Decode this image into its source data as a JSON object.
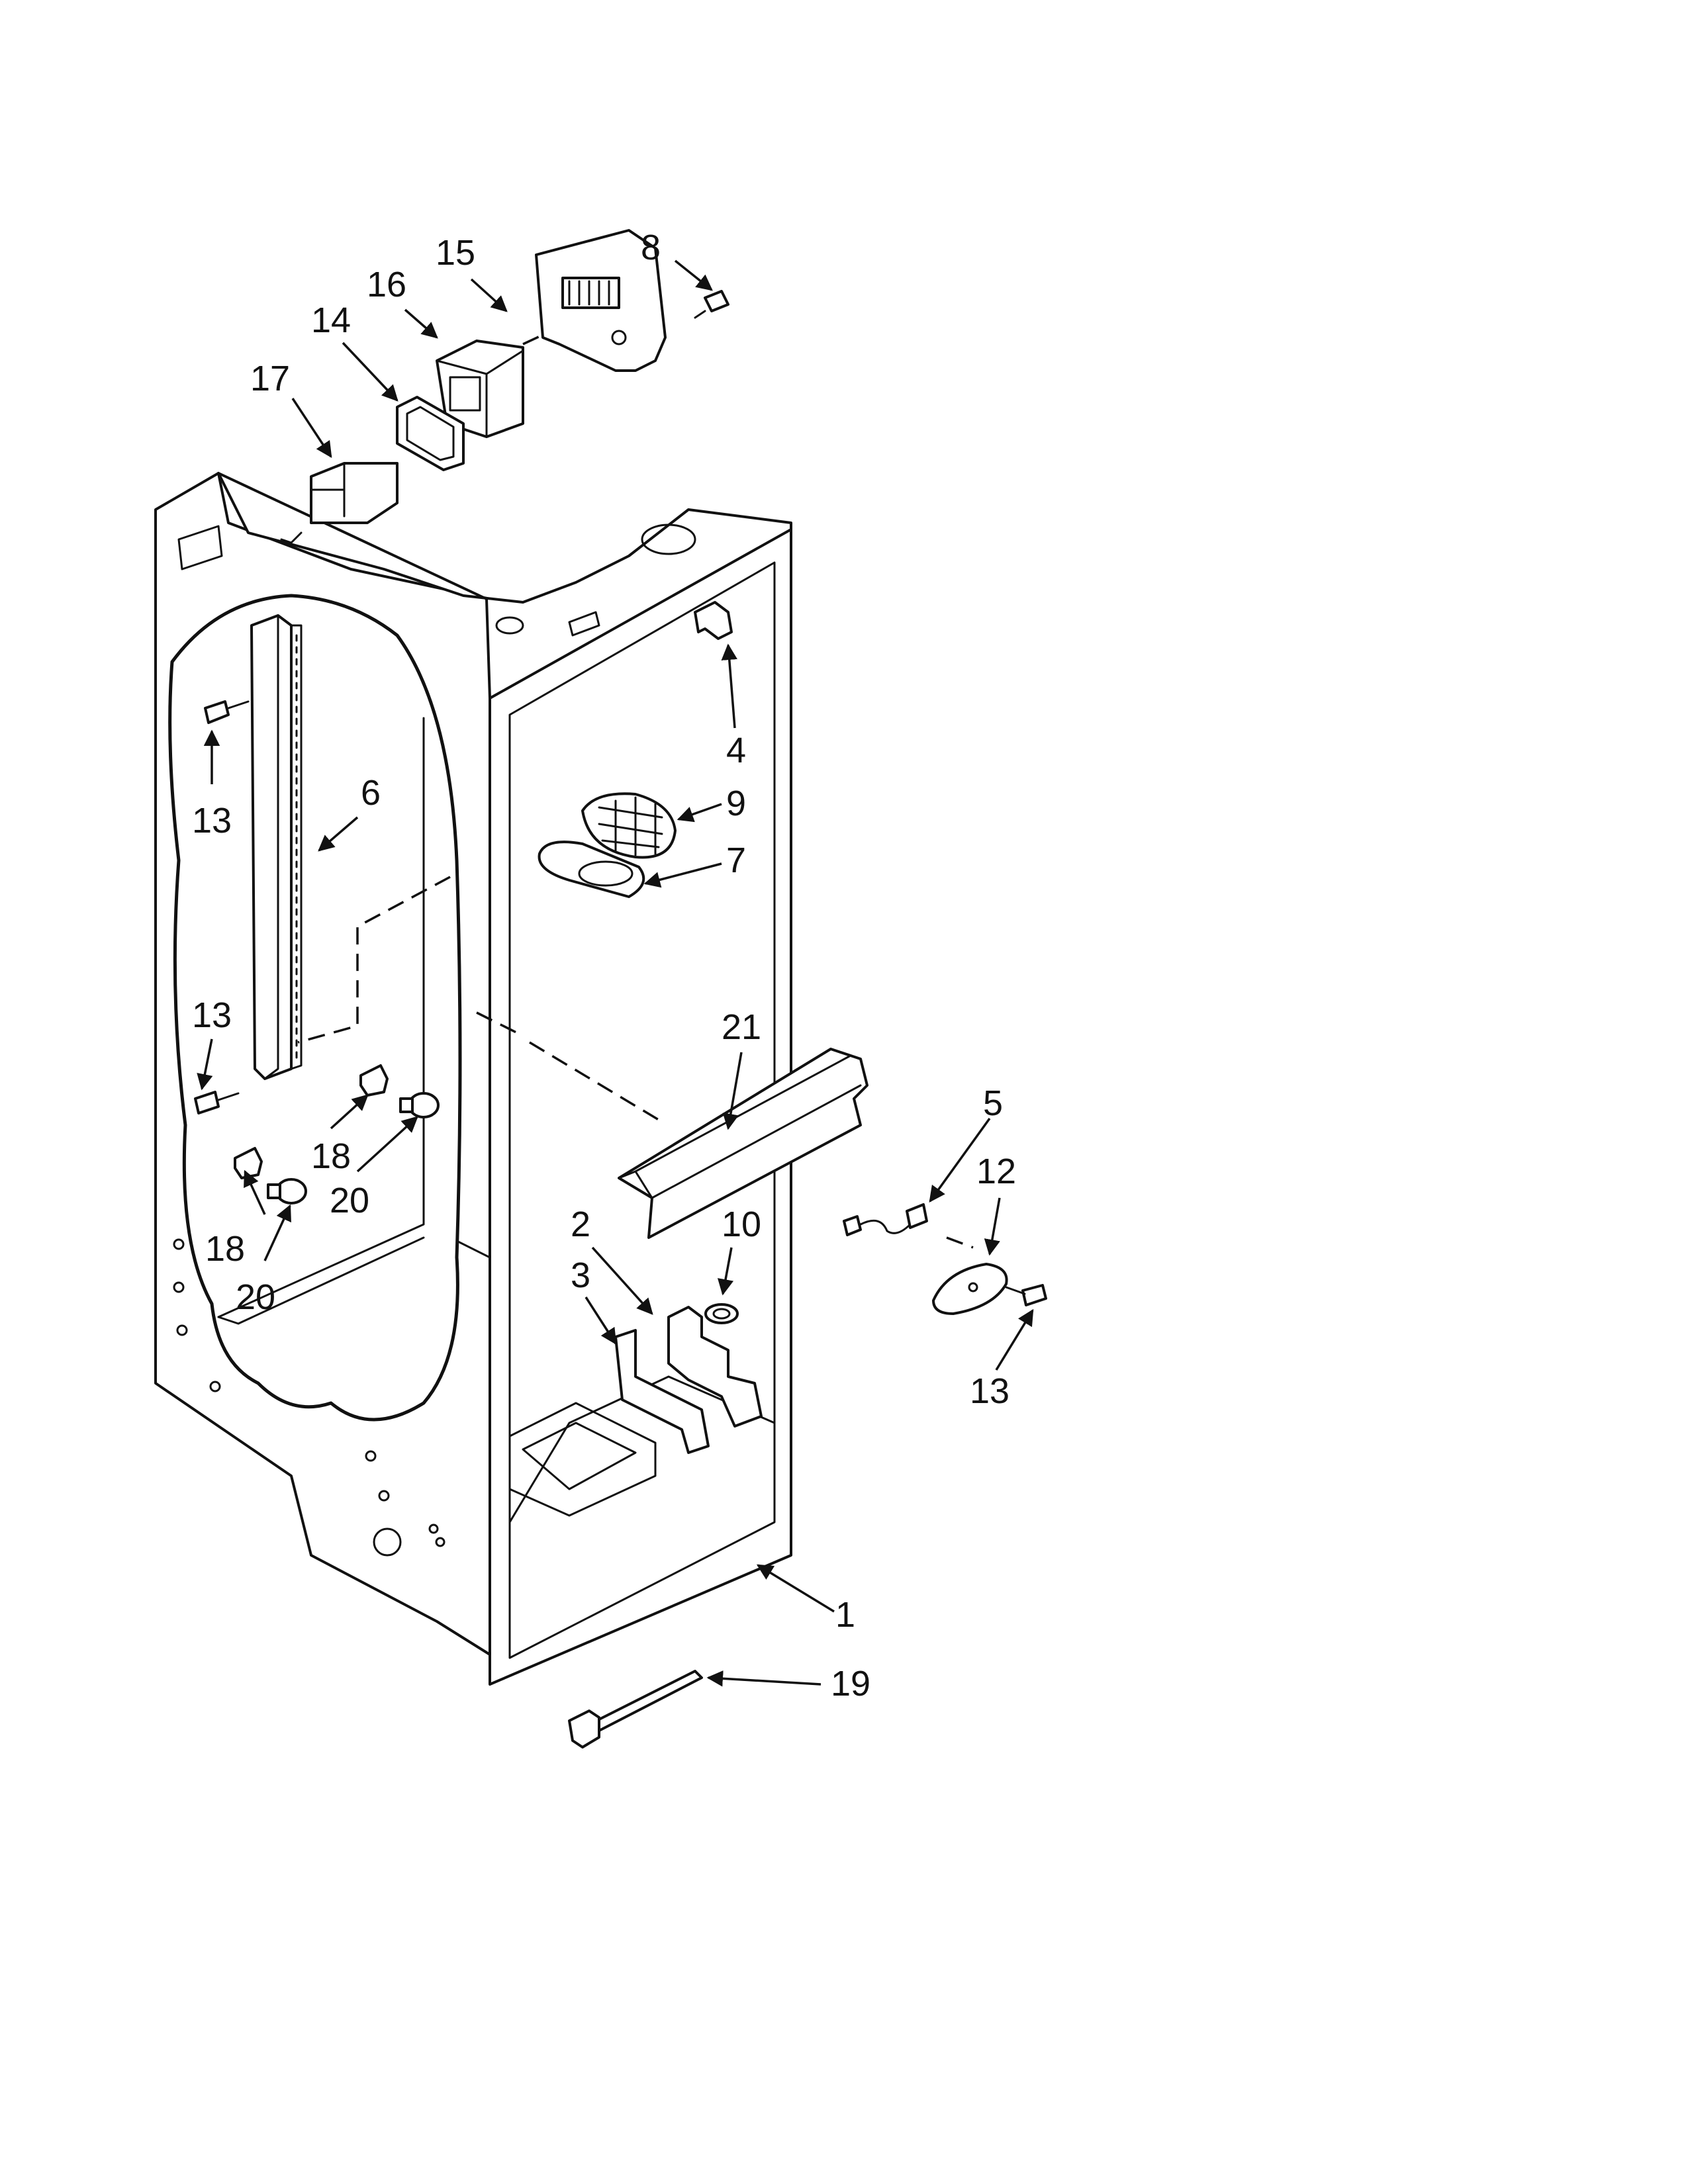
{
  "colors": {
    "line": "#111111",
    "background": "#ffffff"
  },
  "callouts": [
    {
      "label": "1",
      "icon": "leader-arrow"
    },
    {
      "label": "2",
      "icon": "leader-arrow"
    },
    {
      "label": "3",
      "icon": "leader-arrow"
    },
    {
      "label": "4",
      "icon": "leader-arrow"
    },
    {
      "label": "5",
      "icon": "leader-arrow"
    },
    {
      "label": "6",
      "icon": "leader-arrow"
    },
    {
      "label": "7",
      "icon": "leader-arrow"
    },
    {
      "label": "8",
      "icon": "leader-arrow"
    },
    {
      "label": "9",
      "icon": "leader-arrow"
    },
    {
      "label": "10",
      "icon": "leader-arrow"
    },
    {
      "label": "12",
      "icon": "leader-arrow"
    },
    {
      "label": "13",
      "icon": "leader-arrow"
    },
    {
      "label": "13",
      "icon": "leader-arrow"
    },
    {
      "label": "13",
      "icon": "leader-arrow"
    },
    {
      "label": "14",
      "icon": "leader-arrow"
    },
    {
      "label": "15",
      "icon": "leader-arrow"
    },
    {
      "label": "16",
      "icon": "leader-arrow"
    },
    {
      "label": "17",
      "icon": "leader-arrow"
    },
    {
      "label": "18",
      "icon": "leader-arrow"
    },
    {
      "label": "18",
      "icon": "leader-arrow"
    },
    {
      "label": "19",
      "icon": "leader-arrow"
    },
    {
      "label": "20",
      "icon": "leader-arrow"
    },
    {
      "label": "20",
      "icon": "leader-arrow"
    },
    {
      "label": "21",
      "icon": "leader-arrow"
    }
  ]
}
